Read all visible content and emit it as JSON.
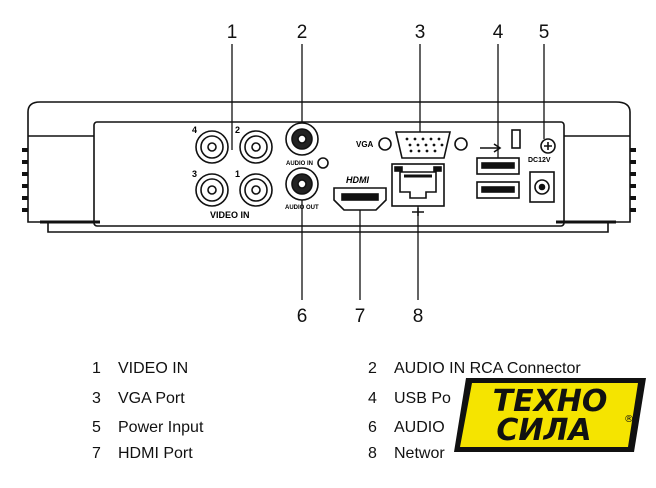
{
  "callouts": [
    "1",
    "2",
    "3",
    "4",
    "5",
    "6",
    "7",
    "8"
  ],
  "panel_labels": {
    "video_in": "VIDEO IN",
    "audio_in": "AUDIO IN",
    "audio_out": "AUDIO OUT",
    "vga": "VGA",
    "hdmi": "HDMI",
    "dc": "DC12V",
    "bnc_nums": [
      "4",
      "2",
      "3",
      "1"
    ]
  },
  "legend": [
    {
      "num": "1",
      "label": "VIDEO IN"
    },
    {
      "num": "2",
      "label": "AUDIO IN  RCA Connector"
    },
    {
      "num": "3",
      "label": "VGA Port"
    },
    {
      "num": "4",
      "label": "USB Po"
    },
    {
      "num": "5",
      "label": "Power Input"
    },
    {
      "num": "6",
      "label": "AUDIO"
    },
    {
      "num": "7",
      "label": "HDMI Port"
    },
    {
      "num": "8",
      "label": "Networ"
    }
  ],
  "watermark": {
    "line1": "ТЕХНО",
    "line2": "СИЛА",
    "mark": "®"
  },
  "colors": {
    "logo_yellow": "#f5e400",
    "logo_black": "#111111",
    "device_body": "#ffffff",
    "line": "#111111"
  }
}
